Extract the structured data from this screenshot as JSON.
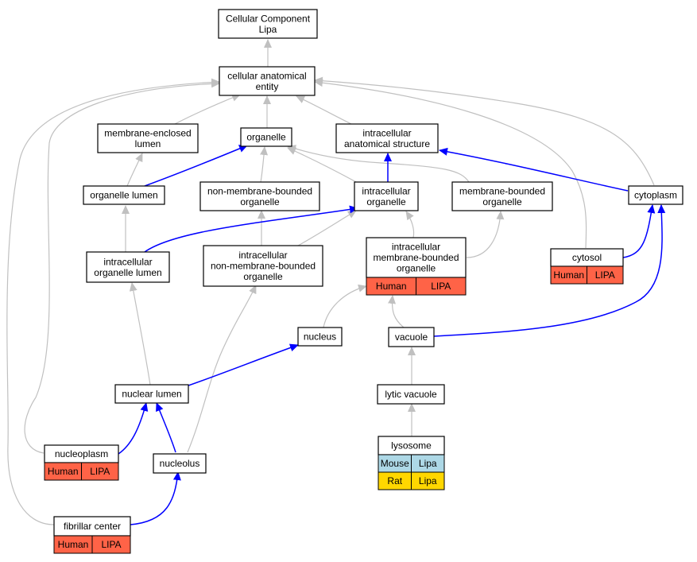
{
  "colors": {
    "is_a_edge": "#c0c0c0",
    "part_of_edge": "#0000ff",
    "human": "#ff6347",
    "mouse": "#add8e6",
    "rat": "#ffd700"
  },
  "nodes": {
    "cellular_component": {
      "lines": [
        "Cellular Component",
        "Lipa"
      ]
    },
    "cellular_anatomical_entity": {
      "lines": [
        "cellular anatomical",
        "entity"
      ]
    },
    "membrane_enclosed_lumen": {
      "lines": [
        "membrane-enclosed",
        "lumen"
      ]
    },
    "organelle": {
      "lines": [
        "organelle"
      ]
    },
    "intracellular_anatomical_structure": {
      "lines": [
        "intracellular",
        "anatomical structure"
      ]
    },
    "organelle_lumen": {
      "lines": [
        "organelle lumen"
      ]
    },
    "non_membrane_bounded_organelle": {
      "lines": [
        "non-membrane-bounded",
        "organelle"
      ]
    },
    "intracellular_organelle": {
      "lines": [
        "intracellular",
        "organelle"
      ]
    },
    "membrane_bounded_organelle": {
      "lines": [
        "membrane-bounded",
        "organelle"
      ]
    },
    "cytoplasm": {
      "lines": [
        "cytoplasm"
      ]
    },
    "intracellular_organelle_lumen": {
      "lines": [
        "intracellular",
        "organelle lumen"
      ]
    },
    "intracellular_non_membrane_bounded_organelle": {
      "lines": [
        "intracellular",
        "non-membrane-bounded",
        "organelle"
      ]
    },
    "intracellular_membrane_bounded_organelle": {
      "lines": [
        "intracellular",
        "membrane-bounded",
        "organelle"
      ],
      "annotations": [
        {
          "species": "Human",
          "gene": "LIPA"
        }
      ]
    },
    "cytosol": {
      "lines": [
        "cytosol"
      ],
      "annotations": [
        {
          "species": "Human",
          "gene": "LIPA"
        }
      ]
    },
    "nucleus": {
      "lines": [
        "nucleus"
      ]
    },
    "vacuole": {
      "lines": [
        "vacuole"
      ]
    },
    "nuclear_lumen": {
      "lines": [
        "nuclear lumen"
      ]
    },
    "lytic_vacuole": {
      "lines": [
        "lytic vacuole"
      ]
    },
    "nucleoplasm": {
      "lines": [
        "nucleoplasm"
      ],
      "annotations": [
        {
          "species": "Human",
          "gene": "LIPA"
        }
      ]
    },
    "nucleolus": {
      "lines": [
        "nucleolus"
      ]
    },
    "lysosome": {
      "lines": [
        "lysosome"
      ],
      "annotations": [
        {
          "species": "Mouse",
          "gene": "Lipa"
        },
        {
          "species": "Rat",
          "gene": "Lipa"
        }
      ]
    },
    "fibrillar_center": {
      "lines": [
        "fibrillar center"
      ],
      "annotations": [
        {
          "species": "Human",
          "gene": "LIPA"
        }
      ]
    }
  }
}
